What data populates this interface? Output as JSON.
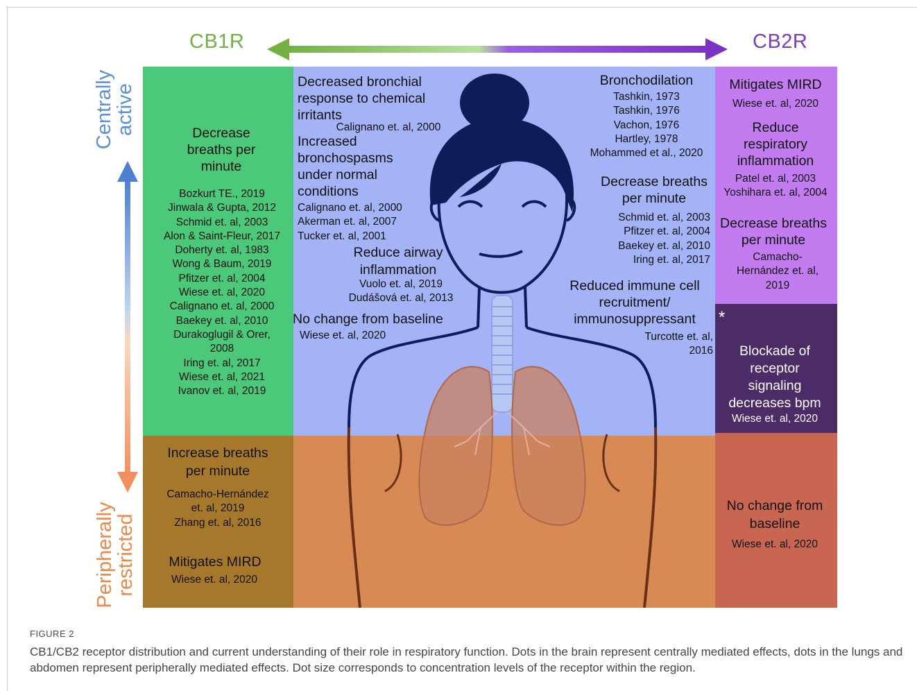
{
  "header": {
    "left_label": "CB1R",
    "right_label": "CB2R"
  },
  "axis": {
    "top_label": "Centrally\nactive",
    "bottom_label": "Peripherally\nrestricted"
  },
  "panels": {
    "cb1_central": {
      "heading": "Decrease\nbreaths per\nminute",
      "refs": "Bozkurt TE., 2019\nJinwala & Gupta, 2012\nSchmid et. al, 2003\nAlon & Saint-Fleur, 2017\nDoherty et. al, 1983\nWong & Baum, 2019\nPfitzer et. al, 2004\nWiese et. al, 2020\nCalignano et. al, 2000\nBaekey et. al, 2010\nDurakoglugil & Orer,\n2008\nIring et. al, 2017\nWiese et. al, 2021\nIvanov et. al, 2019"
    },
    "middle_left": {
      "bronchial_heading": "Decreased bronchial\nresponse to chemical\nirritants",
      "bronchial_ref": "Calignano et. al, 2000",
      "bronchospasm_heading": "Increased\nbronchospasms\nunder normal\nconditions",
      "bronchospasm_refs": "Calignano et. al, 2000\nAkerman et. al, 2007\nTucker et. al, 2001",
      "airway_heading": "Reduce airway\ninflammation",
      "airway_refs": "Vuolo et. al, 2019\nDudášová et. al, 2013",
      "nochange_heading": "No change from baseline",
      "nochange_ref": "Wiese et. al, 2020"
    },
    "middle_right": {
      "bronchodilation_heading": "Bronchodilation",
      "bronchodilation_refs": "Tashkin, 1973\nTashkin, 1976\nVachon, 1976\nHartley, 1978\nMohammed et al., 2020",
      "breaths_heading": "Decrease breaths\nper minute",
      "breaths_refs": "Schmid et. al, 2003\nPfitzer et. al, 2004\nBaekey et. al, 2010\nIring et. al, 2017",
      "immune_heading": "Reduced immune cell\nrecruitment/\nimmunosuppressant",
      "immune_ref": "Turcotte et. al,\n2016"
    },
    "cb2_central": {
      "mird_heading": "Mitigates MIRD",
      "mird_ref": "Wiese et. al, 2020",
      "resp_heading": "Reduce\nrespiratory\ninflammation",
      "resp_refs": "Patel et. al, 2003\nYoshihara et. al, 2004",
      "breaths_heading": "Decrease breaths\nper minute",
      "breaths_ref": "Camacho-\nHernández et. al,\n2019"
    },
    "cb2_blockade": {
      "asterisk": "*",
      "heading": "Blockade of\nreceptor\nsignaling\ndecreases bpm",
      "ref": "Wiese et. al, 2020"
    },
    "cb1_peripheral": {
      "heading": "Increase breaths\nper minute",
      "refs": "Camacho-Hernández\net. al, 2019\nZhang et. al, 2016",
      "mird_heading": "Mitigates MIRD",
      "mird_ref": "Wiese et. al, 2020"
    },
    "cb2_peripheral": {
      "heading": "No change from\nbaseline",
      "ref": "Wiese et. al, 2020"
    }
  },
  "caption": {
    "label": "FIGURE 2",
    "text": "CB1/CB2 receptor distribution and current understanding of their role in respiratory function. Dots in the brain represent centrally mediated effects, dots in the lungs and abdomen represent peripherally mediated effects. Dot size corresponds to concentration levels of the receptor within the region."
  },
  "colors": {
    "cb1": "#7ab648",
    "cb2": "#7c3fbf",
    "green_panel": "#4cc87a",
    "blue_panel": "#9fb0f5",
    "purple_panel": "#c27af0",
    "dark_purple_panel": "#4a2d63",
    "brown_panel": "#a8782c",
    "orange_panel": "#d98c55",
    "red_panel": "#c86550",
    "central_axis": "#5b8fd6",
    "peripheral_axis": "#e98a4a"
  }
}
